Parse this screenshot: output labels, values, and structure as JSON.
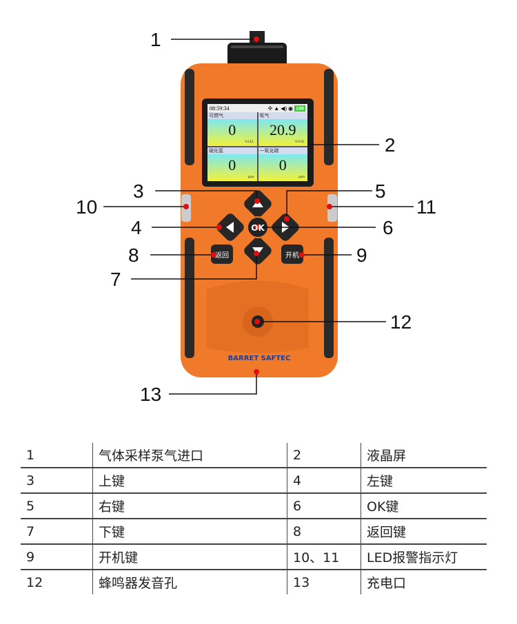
{
  "screen": {
    "time": "08:59:34",
    "battery": "100",
    "cells": [
      {
        "label": "可燃气",
        "value": "0",
        "unit": "%LEL"
      },
      {
        "label": "氧气",
        "value": "20.9",
        "unit": "%VOL"
      },
      {
        "label": "硫化氢",
        "value": "0",
        "unit": "ppm"
      },
      {
        "label": "一氧化碳",
        "value": "0",
        "unit": "ppm"
      }
    ]
  },
  "device": {
    "brand": "BARRET SAFTEC",
    "ok": "OK",
    "back": "返回",
    "power": "开机"
  },
  "callouts": [
    "1",
    "2",
    "3",
    "4",
    "5",
    "6",
    "7",
    "8",
    "9",
    "10",
    "11",
    "12",
    "13"
  ],
  "legend": [
    [
      {
        "n": "1",
        "t": "气体采样泵气进口"
      },
      {
        "n": "2",
        "t": "液晶屏"
      }
    ],
    [
      {
        "n": "3",
        "t": "上键"
      },
      {
        "n": "4",
        "t": "左键"
      }
    ],
    [
      {
        "n": "5",
        "t": "右键"
      },
      {
        "n": "6",
        "t": "OK键"
      }
    ],
    [
      {
        "n": "7",
        "t": "下键"
      },
      {
        "n": "8",
        "t": "返回键"
      }
    ],
    [
      {
        "n": "9",
        "t": "开机键"
      },
      {
        "n": "10、11",
        "t": "LED报警指示灯"
      }
    ],
    [
      {
        "n": "12",
        "t": "蜂鸣器发音孔"
      },
      {
        "n": "13",
        "t": "充电口"
      }
    ]
  ]
}
